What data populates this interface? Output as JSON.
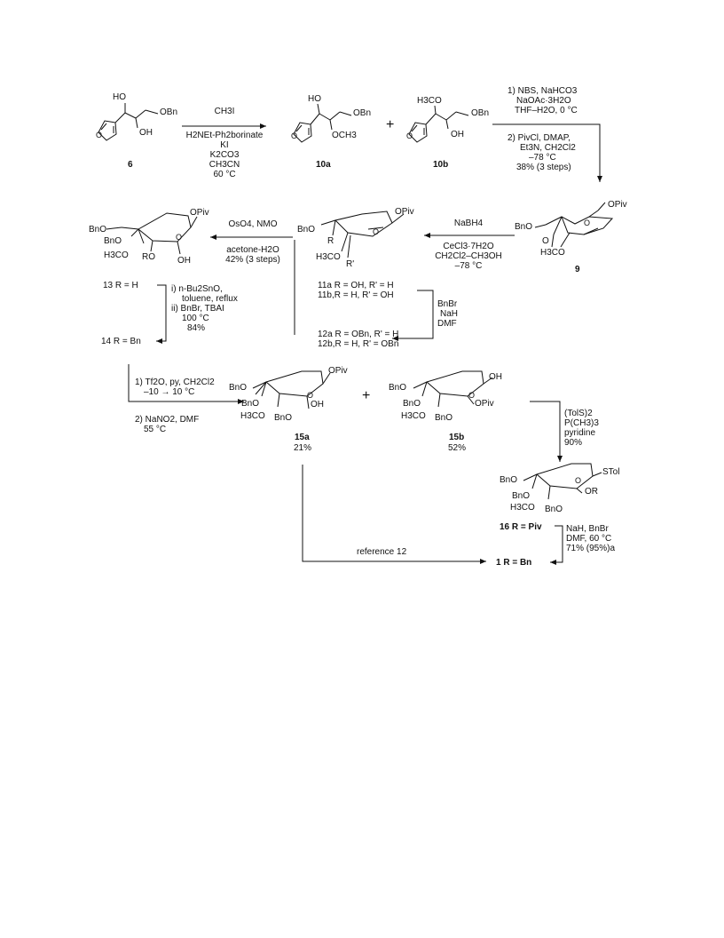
{
  "compounds": {
    "c6": {
      "label": "6",
      "groups": [
        "HO",
        "OBn",
        "OH",
        "O"
      ]
    },
    "c10a": {
      "label": "10a",
      "groups": [
        "HO",
        "OBn",
        "OCH3",
        "O"
      ]
    },
    "c10b": {
      "label": "10b",
      "groups": [
        "H3CO",
        "OBn",
        "OH",
        "O"
      ]
    },
    "c9": {
      "label": "9",
      "groups": [
        "OPiv",
        "BnO",
        "O",
        "H3CO",
        "O"
      ]
    },
    "c11": {
      "labels": [
        "11a R = OH, R' = H",
        "11b,R = H, R' = OH"
      ],
      "groups": [
        "OPiv",
        "BnO",
        "R",
        "H3CO",
        "R'",
        "O"
      ]
    },
    "c12": {
      "labels": [
        "12a R = OBn, R' = H",
        "12b,R = H, R' = OBn"
      ]
    },
    "c13": {
      "label": "13 R = H",
      "groups": [
        "OPiv",
        "BnO",
        "BnO",
        "H3CO",
        "RO",
        "OH",
        "O"
      ]
    },
    "c14": {
      "label": "14 R = Bn"
    },
    "c15a": {
      "label": "15a",
      "yield": "21%",
      "groups": [
        "OPiv",
        "BnO",
        "BnO",
        "H3CO",
        "BnO",
        "OH",
        "O"
      ]
    },
    "c15b": {
      "label": "15b",
      "yield": "52%",
      "groups": [
        "OH",
        "BnO",
        "BnO",
        "H3CO",
        "BnO",
        "OPiv",
        "O"
      ]
    },
    "c16": {
      "label": "16 R = Piv",
      "groups": [
        "STol",
        "BnO",
        "BnO",
        "H3CO",
        "BnO",
        "OR",
        "O"
      ]
    },
    "c1": {
      "label": "1 R = Bn"
    }
  },
  "plus_sign": "+",
  "conditions": {
    "step_6_to_10": [
      "CH3I",
      "H2NEt-Ph2borinate",
      "KI",
      "K2CO3",
      "CH3CN",
      "60 °C"
    ],
    "step_10b_to_9": [
      "1) NBS, NaHCO3",
      "NaOAc·3H2O",
      "THF–H2O, 0 °C",
      "2) PivCl, DMAP,",
      "Et3N, CH2Cl2",
      "–78 °C",
      "38% (3 steps)"
    ],
    "step_9_to_11": [
      "NaBH4",
      "CeCl3·7H2O",
      "CH2Cl2–CH3OH",
      "–78 °C"
    ],
    "step_12_to_13": [
      "OsO4, NMO",
      "acetone-H2O",
      "42% (3 steps)"
    ],
    "step_11_to_12": [
      "BnBr",
      "NaH",
      "DMF"
    ],
    "step_13_to_14": [
      "i) n-Bu2SnO,",
      "toluene, reflux",
      "ii) BnBr, TBAI",
      "100 °C",
      "84%"
    ],
    "step_14_to_15": [
      "1) Tf2O, py, CH2Cl2",
      "–10 → 10 °C",
      "2) NaNO2, DMF",
      "55 °C"
    ],
    "step_15b_to_16": [
      "(TolS)2",
      "P(CH3)3",
      "pyridine",
      "90%"
    ],
    "step_16_to_1": [
      "NaH, BnBr",
      "DMF, 60 °C",
      "71% (95%)a"
    ],
    "step_15a_to_1": [
      "reference 12"
    ]
  },
  "colors": {
    "ink": "#111111",
    "background": "#ffffff"
  }
}
